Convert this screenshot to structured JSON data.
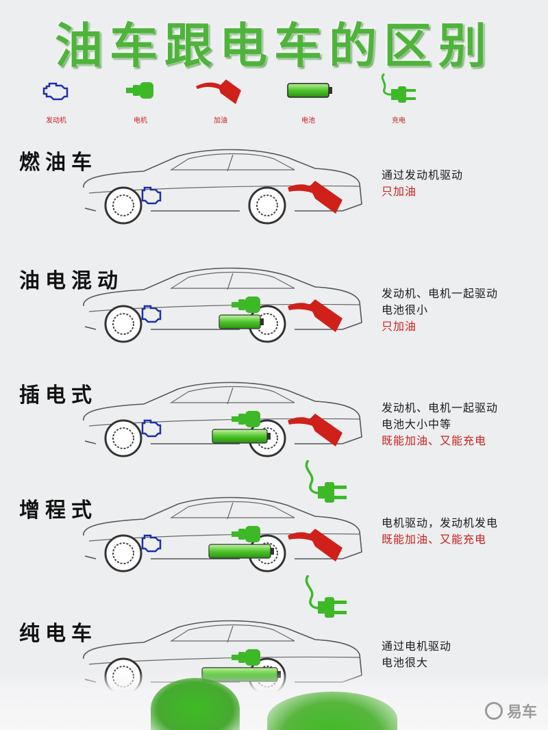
{
  "title": "油车跟电车的区别",
  "legend": [
    {
      "icon": "engine-icon",
      "label": "发动机"
    },
    {
      "icon": "motor-icon",
      "label": "电机"
    },
    {
      "icon": "fuel-nozzle-icon",
      "label": "加油"
    },
    {
      "icon": "battery-icon",
      "label": "电池"
    },
    {
      "icon": "charging-plug-icon",
      "label": "充电"
    }
  ],
  "rows": [
    {
      "name": "燃油车",
      "lines": [
        {
          "text": "通过发动机驱动",
          "color": "black"
        },
        {
          "text": "只加油",
          "color": "red"
        }
      ]
    },
    {
      "name": "油电混动",
      "lines": [
        {
          "text": "发动机、电机一起驱动",
          "color": "black"
        },
        {
          "text": "电池很小",
          "color": "black"
        },
        {
          "text": "只加油",
          "color": "red"
        }
      ]
    },
    {
      "name": "插电式",
      "lines": [
        {
          "text": "发动机、电机一起驱动",
          "color": "black"
        },
        {
          "text": "电池大小中等",
          "color": "black"
        },
        {
          "text": "既能加油、又能充电",
          "color": "red"
        }
      ]
    },
    {
      "name": "增程式",
      "lines": [
        {
          "text": "电机驱动，发动机发电",
          "color": "black"
        },
        {
          "text": "既能加油、又能充电",
          "color": "red"
        }
      ]
    },
    {
      "name": "纯电车",
      "lines": [
        {
          "text": "通过电机驱动",
          "color": "black"
        },
        {
          "text": "电池很大",
          "color": "black"
        }
      ]
    }
  ],
  "watermark": "易车",
  "colors": {
    "green": "#3db827",
    "red": "#d0201a",
    "blue": "#1b2fa8",
    "title": "#4fb33c"
  }
}
